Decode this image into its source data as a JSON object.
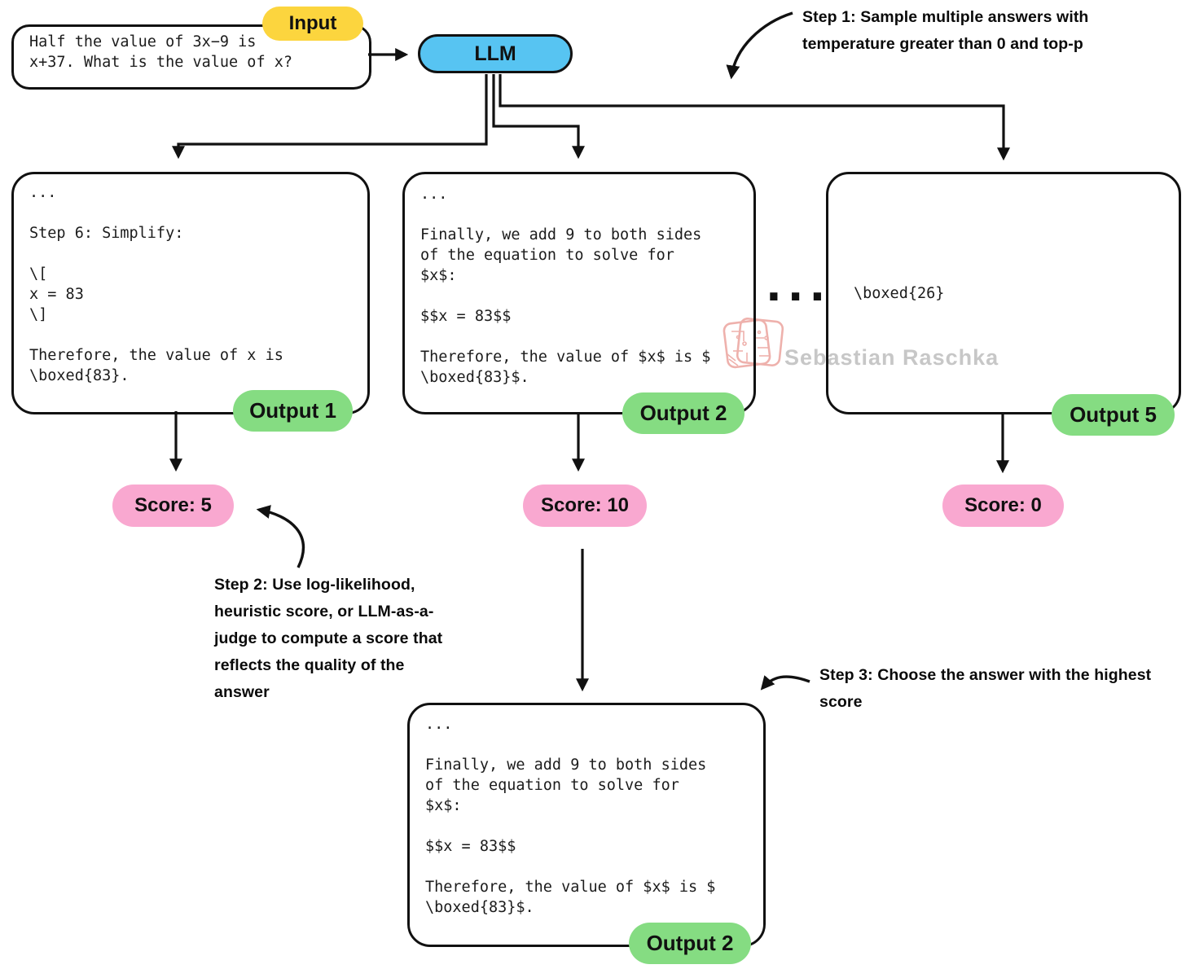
{
  "input": {
    "badge": "Input",
    "text": "Half the value of 3x−9 is\nx+37. What is the value of x?"
  },
  "llm": {
    "label": "LLM"
  },
  "annotations": {
    "step1": {
      "lines": [
        "Step 1: Sample multiple answers with",
        "temperature greater than 0 and top-p"
      ]
    },
    "step2": {
      "lines": [
        "Step 2: Use log-likelihood,",
        "heuristic score, or LLM-as-a-",
        "judge to compute a score that",
        "reflects the quality of the",
        "answer"
      ]
    },
    "step3": {
      "lines": [
        "Step 3: Choose the answer with the highest",
        "score"
      ]
    }
  },
  "outputs": [
    {
      "badge": "Output 1",
      "text": "...\n\nStep 6: Simplify:\n\n\\[\nx = 83\n\\]\n\nTherefore, the value of x is\n\\boxed{83}."
    },
    {
      "badge": "Output 2",
      "text": "...\n\nFinally, we add 9 to both sides\nof the equation to solve for\n$x$:\n\n$$x = 83$$\n\nTherefore, the value of $x$ is $\n\\boxed{83}$."
    },
    {
      "badge": "Output 5",
      "text": "\\boxed{26}"
    }
  ],
  "ellipsis": "...",
  "scores": [
    {
      "label": "Score: 5"
    },
    {
      "label": "Score: 10"
    },
    {
      "label": "Score: 0"
    }
  ],
  "final_output": {
    "badge": "Output 2",
    "text": "...\n\nFinally, we add 9 to both sides\nof the equation to solve for\n$x$:\n\n$$x = 83$$\n\nTherefore, the value of $x$ is $\n\\boxed{83}$."
  },
  "watermark": {
    "text": "Sebastian Raschka"
  },
  "colors": {
    "badge_yellow": "#FCD53E",
    "badge_blue": "#57C4F2",
    "badge_green": "#85DC82",
    "badge_pink": "#F9A8D0",
    "stamp_red": "#eda9a4",
    "watermark_gray": "#c7c7c7",
    "line_black": "#111111"
  }
}
